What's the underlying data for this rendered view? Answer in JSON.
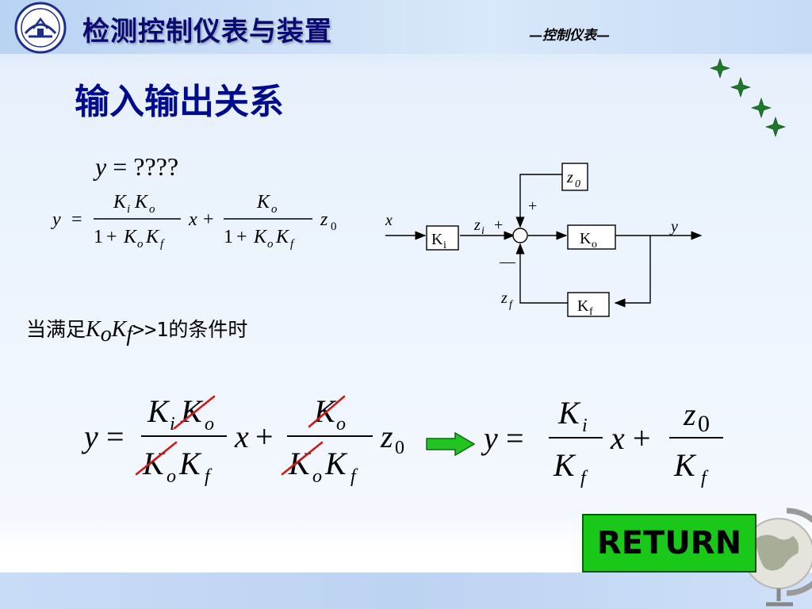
{
  "header": {
    "course_title": "检测控制仪表与装置",
    "section_tag": "—控制仪表—"
  },
  "slide": {
    "title": "输入输出关系",
    "unknown_eq": {
      "lhs": "y",
      "eq": "=",
      "rhs": "????"
    },
    "condition": {
      "prefix": "当满足",
      "k1": "K",
      "s1": "o",
      "k2": "K",
      "s2": "f",
      "op": ">>1",
      "suffix": "的条件时"
    },
    "return_label": "RETURN"
  },
  "formula_small": {
    "y": "y",
    "eq": "=",
    "f1_num_a": "K",
    "f1_num_a_sub": "i",
    "f1_num_b": "K",
    "f1_num_b_sub": "o",
    "f1_den_one": "1",
    "f1_den_plus": "+",
    "f1_den_a": "K",
    "f1_den_a_sub": "o",
    "f1_den_b": "K",
    "f1_den_b_sub": "f",
    "x": "x",
    "plus": "+",
    "f2_num": "K",
    "f2_num_sub": "o",
    "f2_den_one": "1",
    "f2_den_plus": "+",
    "f2_den_a": "K",
    "f2_den_a_sub": "o",
    "f2_den_b": "K",
    "f2_den_b_sub": "f",
    "z": "z",
    "z_sub": "0"
  },
  "formula_large": {
    "y": "y",
    "eq": "=",
    "f1_num_a": "K",
    "f1_num_a_sub": "i",
    "f1_num_b": "K",
    "f1_num_b_sub": "o",
    "f1_den_a": "K",
    "f1_den_a_sub": "o",
    "f1_den_b": "K",
    "f1_den_b_sub": "f",
    "x": "x",
    "plus": "+",
    "f2_num": "K",
    "f2_num_sub": "o",
    "f2_den_a": "K",
    "f2_den_a_sub": "o",
    "f2_den_b": "K",
    "f2_den_b_sub": "f",
    "z": "z",
    "z_sub": "0",
    "strike_color": "#d01818"
  },
  "formula_result": {
    "y": "y",
    "eq": "=",
    "f1_num": "K",
    "f1_num_sub": "i",
    "f1_den": "K",
    "f1_den_sub": "f",
    "x": "x",
    "plus": "+",
    "f2_num": "z",
    "f2_num_sub": "0",
    "f2_den": "K",
    "f2_den_sub": "f"
  },
  "block_diagram": {
    "input": "x",
    "output": "y",
    "ki": {
      "main": "K",
      "sub": "i"
    },
    "ko": {
      "main": "K",
      "sub": "o"
    },
    "kf": {
      "main": "K",
      "sub": "f"
    },
    "zi": {
      "main": "z",
      "sub": "i"
    },
    "z0": {
      "main": "z",
      "sub": "0"
    },
    "zf": {
      "main": "z",
      "sub": "f"
    },
    "plus_top": "+",
    "plus_left": "+",
    "minus": "—"
  },
  "colors": {
    "title_blue": "#000c8c",
    "course_title": "#0a0a70",
    "return_green": "#19c819",
    "arrow_green": "#22c422",
    "strike_red": "#d01818"
  }
}
